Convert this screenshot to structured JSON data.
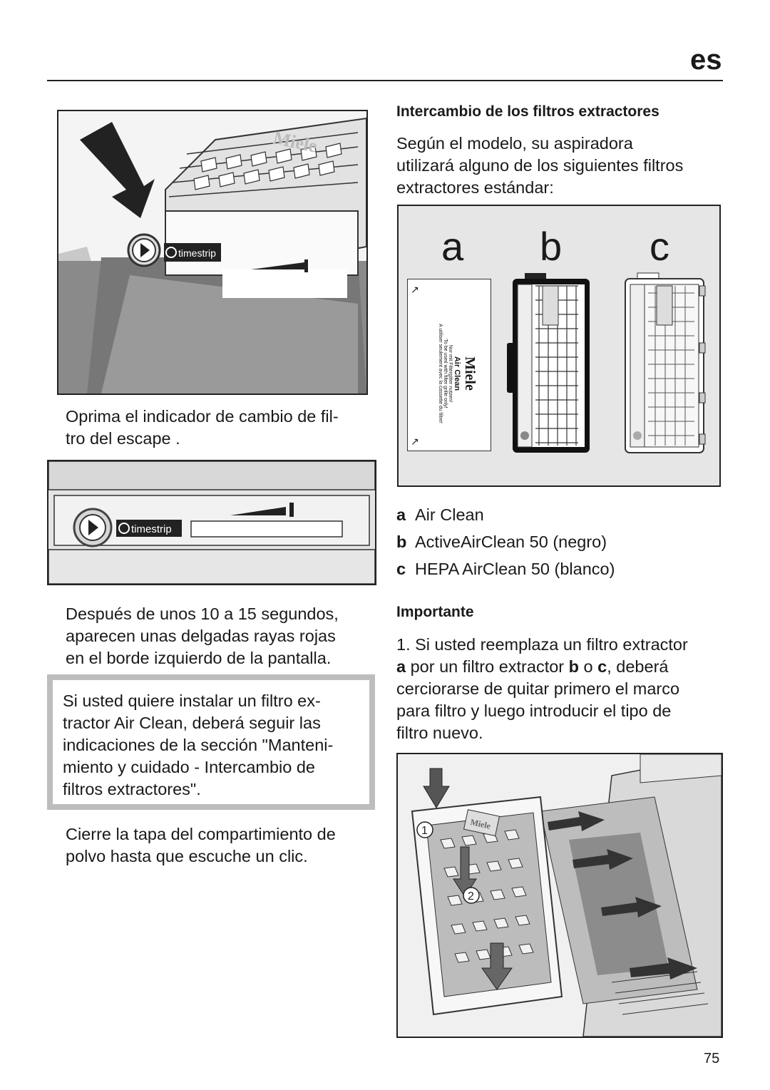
{
  "header": {
    "lang": "es"
  },
  "left": {
    "step1": [
      "Oprima el indicador de cambio de fil-",
      "tro del escape ."
    ],
    "step2": [
      "Después de unos 10 a 15 segundos,",
      "aparecen unas delgadas rayas rojas",
      "en el borde izquierdo de la pantalla."
    ],
    "note": [
      "Si usted quiere instalar un filtro ex-",
      "tractor Air Clean, deberá seguir las",
      "indicaciones de la sección \"Manteni-",
      "miento y cuidado - Intercambio de",
      "filtros extractores\"."
    ],
    "step3": [
      "Cierre la tapa del compartimiento de",
      "polvo hasta que escuche un clic."
    ],
    "fig1": {
      "brand": "Miele",
      "timestrip": "timestrip"
    },
    "fig2": {
      "timestrip": "timestrip"
    }
  },
  "right": {
    "heading": "Intercambio de los filtros extractores",
    "intro": [
      "Según el modelo, su aspiradora",
      "utilizará alguno de los siguientes filtros",
      "extractores estándar:"
    ],
    "fig3": {
      "letters": [
        "a",
        "b",
        "c"
      ],
      "card_brand": "Miele",
      "card_name": [
        "Air",
        "Clean"
      ],
      "card_small": [
        "Nur mit Filtergitter nutzen!",
        "To be used with filter grille only!",
        "A utiliser seulement avec la cassette du filtre!"
      ]
    },
    "legend": [
      {
        "key": "a",
        "text": "Air Clean"
      },
      {
        "key": "b",
        "text": "ActiveAirClean 50 (negro)"
      },
      {
        "key": "c",
        "text": "HEPA AirClean 50 (blanco)"
      }
    ],
    "important_heading": "Importante",
    "important": {
      "line1": "1. Si usted reemplaza un filtro extractor",
      "line2_a": "a",
      "line2_mid": " por un filtro extractor ",
      "line2_b": "b",
      "line2_o": " o ",
      "line2_c": "c",
      "line2_end": ", deberá",
      "lines": [
        "cerciorarse de quitar primero el marco",
        "para filtro y luego introducir el tipo de",
        "filtro nuevo."
      ]
    },
    "fig4": {
      "brand": "Miele",
      "callouts": [
        "1",
        "2"
      ]
    }
  },
  "footer": {
    "page": "75"
  }
}
